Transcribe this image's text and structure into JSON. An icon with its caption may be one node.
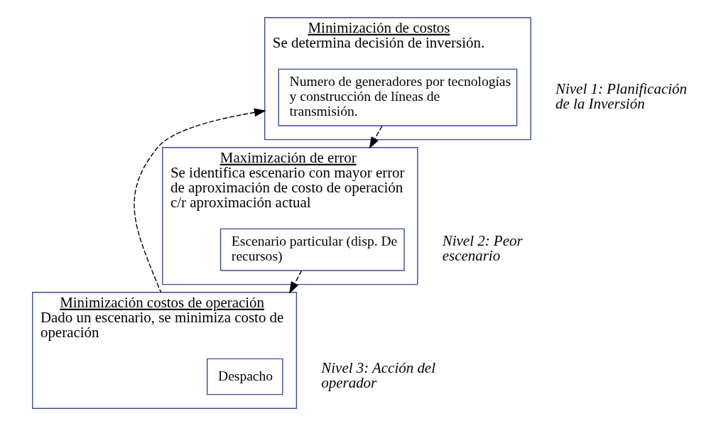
{
  "diagram": {
    "nodes": [
      {
        "text": [
          "Minimización de costos",
          "Se determina decisión de inversión."
        ],
        "beside": [
          "Nivel 1: Planificación de la Inversión"
        ]
      },
      {
        "text": [
          "Numero de generadores por tecnologías y construcción de líneas de transmisión."
        ],
        "in": 0
      },
      {
        "text": [
          "Maximización de error",
          "Se identifica escenario con mayor error de aproximación de costo de operación c/r aproximación actual"
        ],
        "beside": [
          "Nivel 2: Peor escenario"
        ]
      },
      {
        "text": [
          "Escenario particular (disp. De recursos)"
        ],
        "in": 2
      },
      {
        "text": [
          "Minimización costos de operación",
          "Dado un escenario, se minimiza costo de operación"
        ],
        "beside": [
          "Nivel 3: Acción del operador"
        ]
      },
      {
        "text": [
          "Despacho"
        ],
        "in": 4
      }
    ],
    "edges": [
      {
        "from": 1,
        "to": 2,
        "arrow": "to",
        "style": "dashed"
      },
      {
        "from": 3,
        "to": 4,
        "arrow": "to",
        "style": "dashed"
      },
      {
        "from": 4,
        "to": 0,
        "arrow": "to",
        "style": "dashed"
      }
    ]
  }
}
